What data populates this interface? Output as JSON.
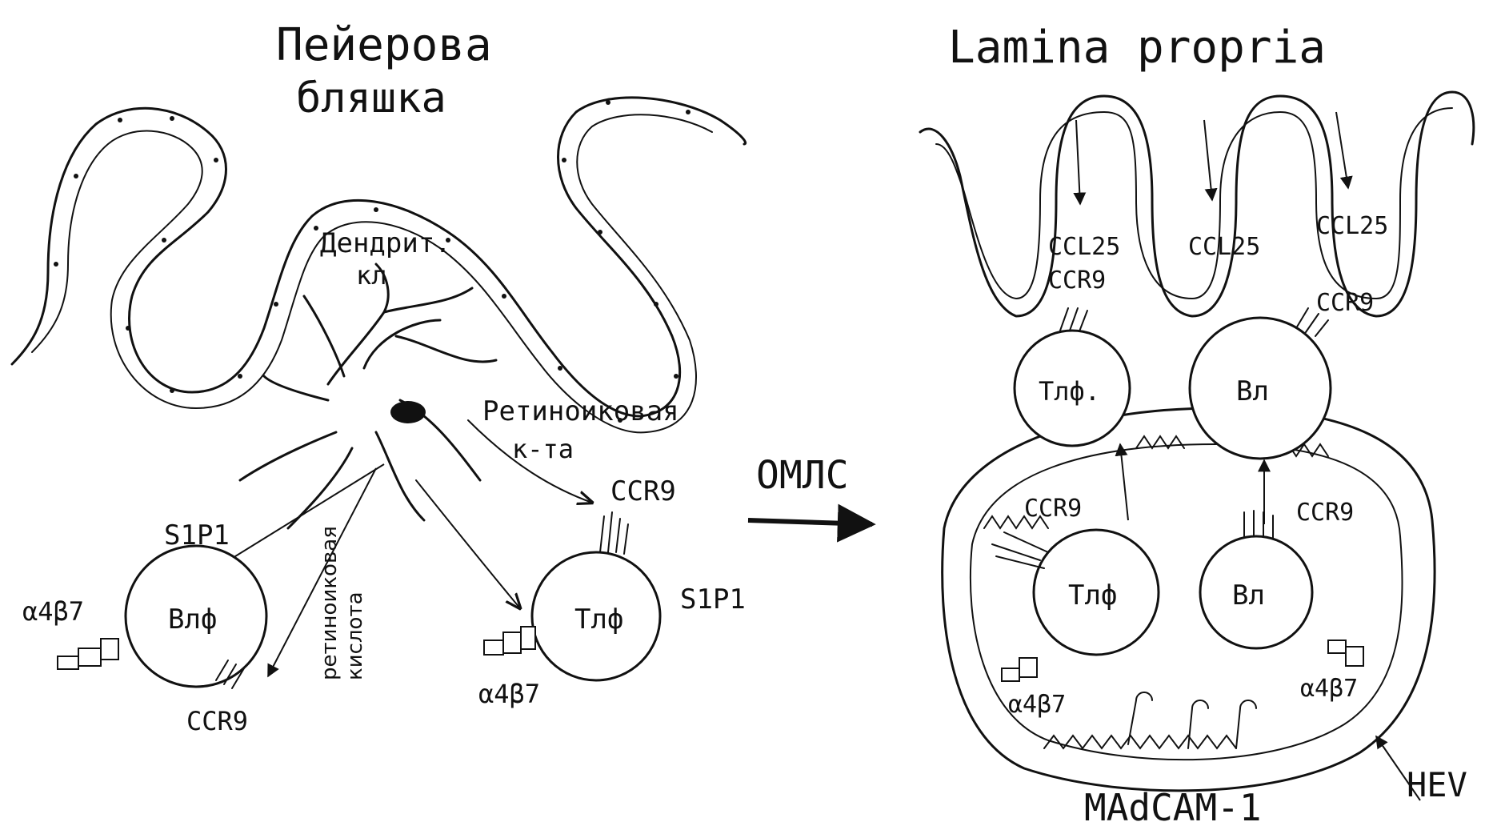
{
  "left_panel": {
    "title_line1": "Пейерова",
    "title_line2": "бляшка",
    "dendritic_cell_line1": "Дендрит.",
    "dendritic_cell_line2": "кл",
    "retinoic_label_line1": "Ретиноиковая",
    "retinoic_label_line2": "к-та",
    "ccr9_top": "CCR9",
    "s1p1_left": "S1P1",
    "a4b7_left": "α4β7",
    "b_cell": "Bлф",
    "ccr9_bottom": "CCR9",
    "s1p1_right": "S1P1",
    "t_cell": "Tлф",
    "a4b7_right": "α4β7",
    "printed_retinoic_line1": "ретиноиковая",
    "printed_retinoic_line2": "кислота"
  },
  "transition": {
    "label": "ОМЛС"
  },
  "right_panel": {
    "title": "Lamina propria",
    "ccl25_1": "CCL25",
    "ccl25_2": "CCL25",
    "ccl25_3": "CCL25",
    "ccr9_villus_left": "CCR9",
    "ccr9_villus_right": "CCR9",
    "t_cell_top": "Tлф.",
    "b_cell_top": "Bл",
    "ccr9_vessel_left": "CCR9",
    "ccr9_vessel_right": "CCR9",
    "t_cell_inner": "Tлф",
    "b_cell_inner": "Bл",
    "a4b7_left": "α4β7",
    "a4b7_right": "α4β7",
    "madcam": "MAdCAM-1",
    "hev": "HEV"
  }
}
